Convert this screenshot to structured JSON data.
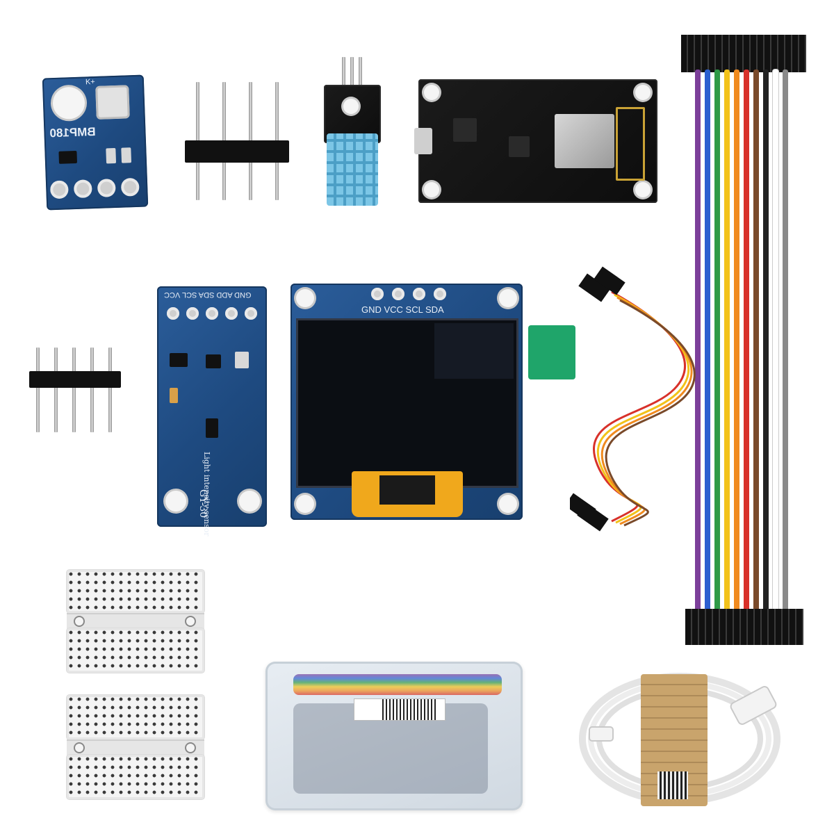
{
  "bmp180": {
    "name": "BMP180",
    "corner_mark": "K+"
  },
  "oled": {
    "pins": "GND VCC SCL SDA"
  },
  "gy30": {
    "pins": "GND ADD SDA SCL VCC",
    "subtitle": "Light intensity sensor",
    "model": "GY-30"
  },
  "colors": {
    "pcb_blue": "#1e4a80",
    "pcb_black": "#0d0d0d",
    "dht_sensor": "#7cc6e6",
    "protective_film": "#1fa56a",
    "oled_flex": "#f0a81c",
    "cable_wrap": "#c9a46c"
  },
  "jumper_colors": [
    "#7c3f9a",
    "#2c5fd0",
    "#2e9a47",
    "#f2c21a",
    "#f08a1f",
    "#d8312a",
    "#7a4a2a",
    "#222222",
    "#ffffff",
    "#8a8a8a"
  ],
  "dupont_colors": [
    "#d8312a",
    "#f2c21a",
    "#f08a1f",
    "#7a4a2a"
  ]
}
